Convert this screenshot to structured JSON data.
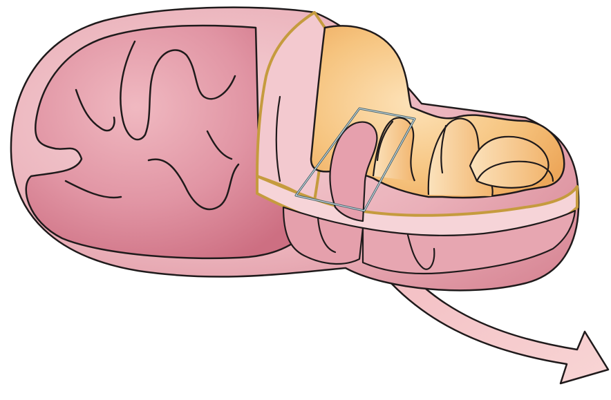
{
  "diagram": {
    "subject": "",
    "parts": [
      {
        "id": "outer-membrane",
        "label": ""
      },
      {
        "id": "inner-membrane",
        "label": ""
      },
      {
        "id": "cristae",
        "label": ""
      },
      {
        "id": "matrix",
        "label": ""
      },
      {
        "id": "intermembrane-space",
        "label": ""
      },
      {
        "id": "zoom-box",
        "label": ""
      },
      {
        "id": "zoom-arrow",
        "label": ""
      }
    ]
  },
  "colors": {
    "outer_fill": "#e7a2ad",
    "outer_fill_light": "#f3c9cf",
    "inner_fill": "#dc8393",
    "inner_shadow": "#c9687a",
    "matrix_fill": "#f3b56a",
    "matrix_light": "#fad7a3",
    "membrane_edge": "#c59b3e",
    "outline": "#1f1a1b",
    "zoom_box": "#3c5c68",
    "arrow_fill": "#f4c4c6"
  }
}
